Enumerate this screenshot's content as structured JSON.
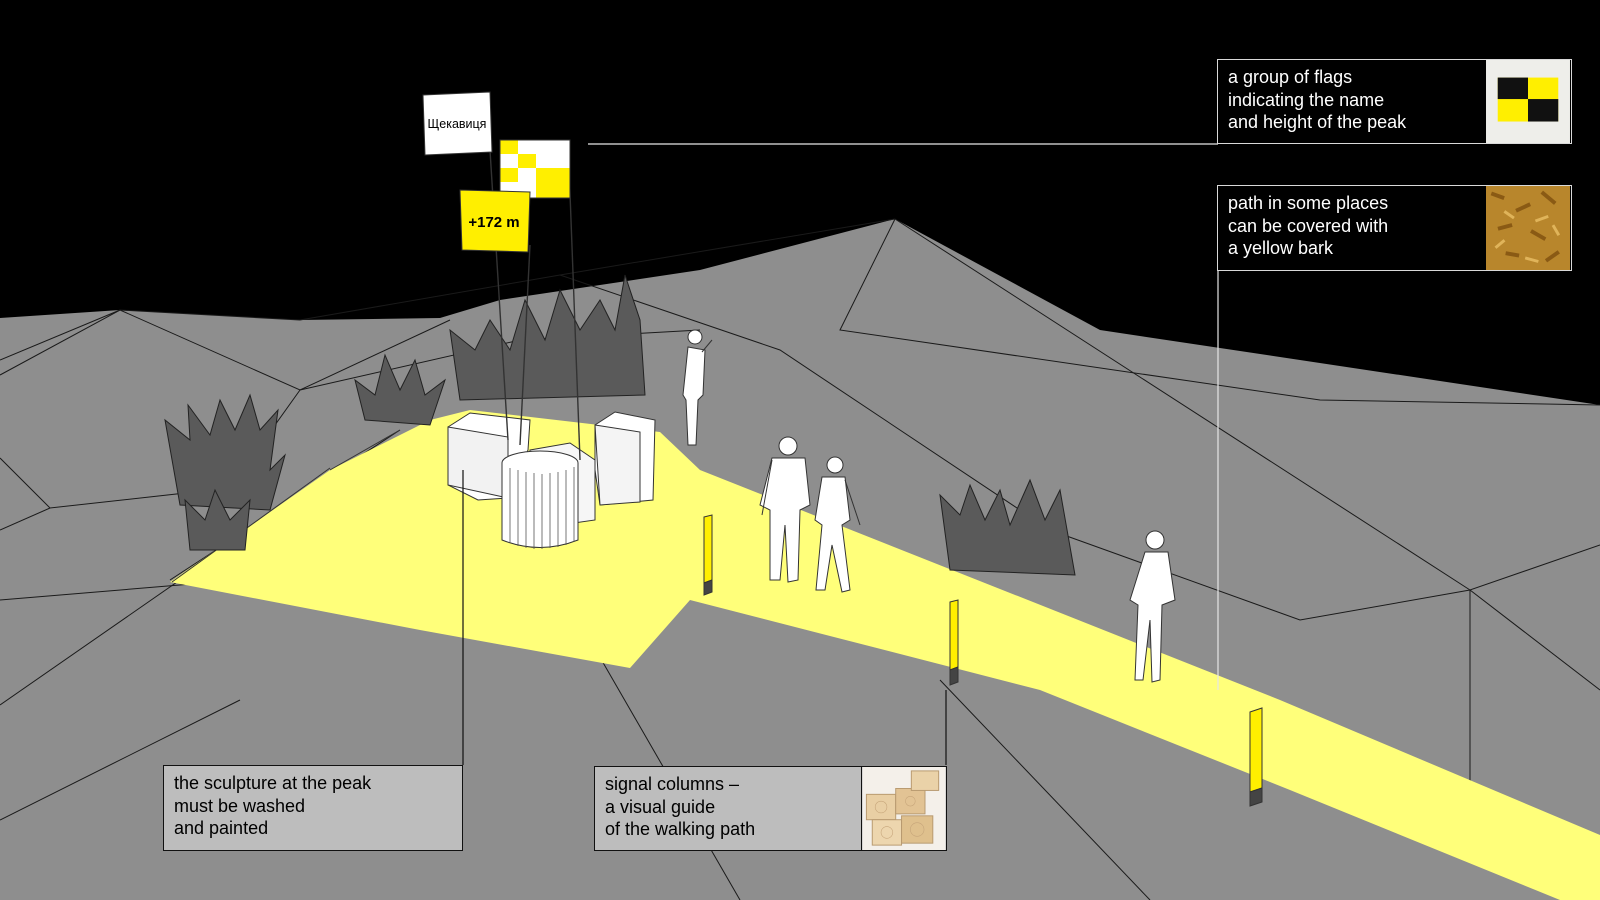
{
  "flags": {
    "name_flag_text": "Щекавиця",
    "height_flag_text": "+172 m"
  },
  "callouts": {
    "flags_note": {
      "lines": [
        "a group of flags",
        "indicating the name",
        "and height of the peak"
      ],
      "thumb_icon": "checkered-flag-photo"
    },
    "bark_note": {
      "lines": [
        "path in some places",
        "can be covered with",
        "a yellow bark"
      ],
      "thumb_icon": "wood-bark-photo"
    },
    "sculpture_note": {
      "lines": [
        "the sculpture at the peak",
        "must be washed",
        "and painted"
      ]
    },
    "columns_note": {
      "lines": [
        "signal columns –",
        "a visual guide",
        "of the walking path"
      ],
      "thumb_icon": "timber-beams-photo"
    }
  },
  "colors": {
    "background": "#000000",
    "terrain": "#8e8e8e",
    "path_yellow": "#ffff7a",
    "flag_yellow": "#ffef00",
    "plants": "#5a5a5a"
  }
}
